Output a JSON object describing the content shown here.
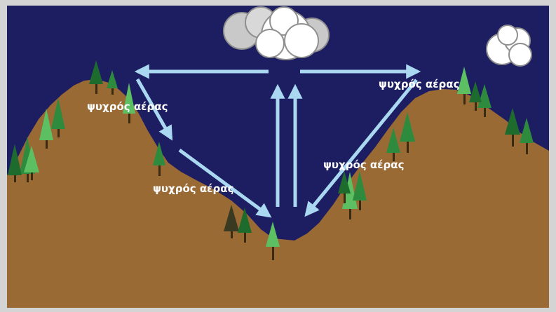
{
  "diagram": {
    "labels": {
      "top_left": "ψυχρός αέρας",
      "middle_left": "ψυχρός αέρας",
      "top_right": "ψυχρός αέρας",
      "middle_right": "ψυχρός αέρας"
    },
    "colors": {
      "sky": "#1d1d62",
      "ground": "#9a6a35",
      "frame": "#c8c8c8",
      "arrow": "#a9d8f0",
      "moon": "#ffffff",
      "cloud_white": "#ffffff",
      "cloud_grey": "#c9c9c9",
      "tree_dark": "#1e6b2e",
      "tree_mid": "#2e8b3e",
      "tree_light": "#5cc063",
      "tree_olive": "#3a3a22"
    },
    "icons": [
      "moon-icon",
      "cloud-icon",
      "tree-icon",
      "arrow-icon"
    ]
  }
}
